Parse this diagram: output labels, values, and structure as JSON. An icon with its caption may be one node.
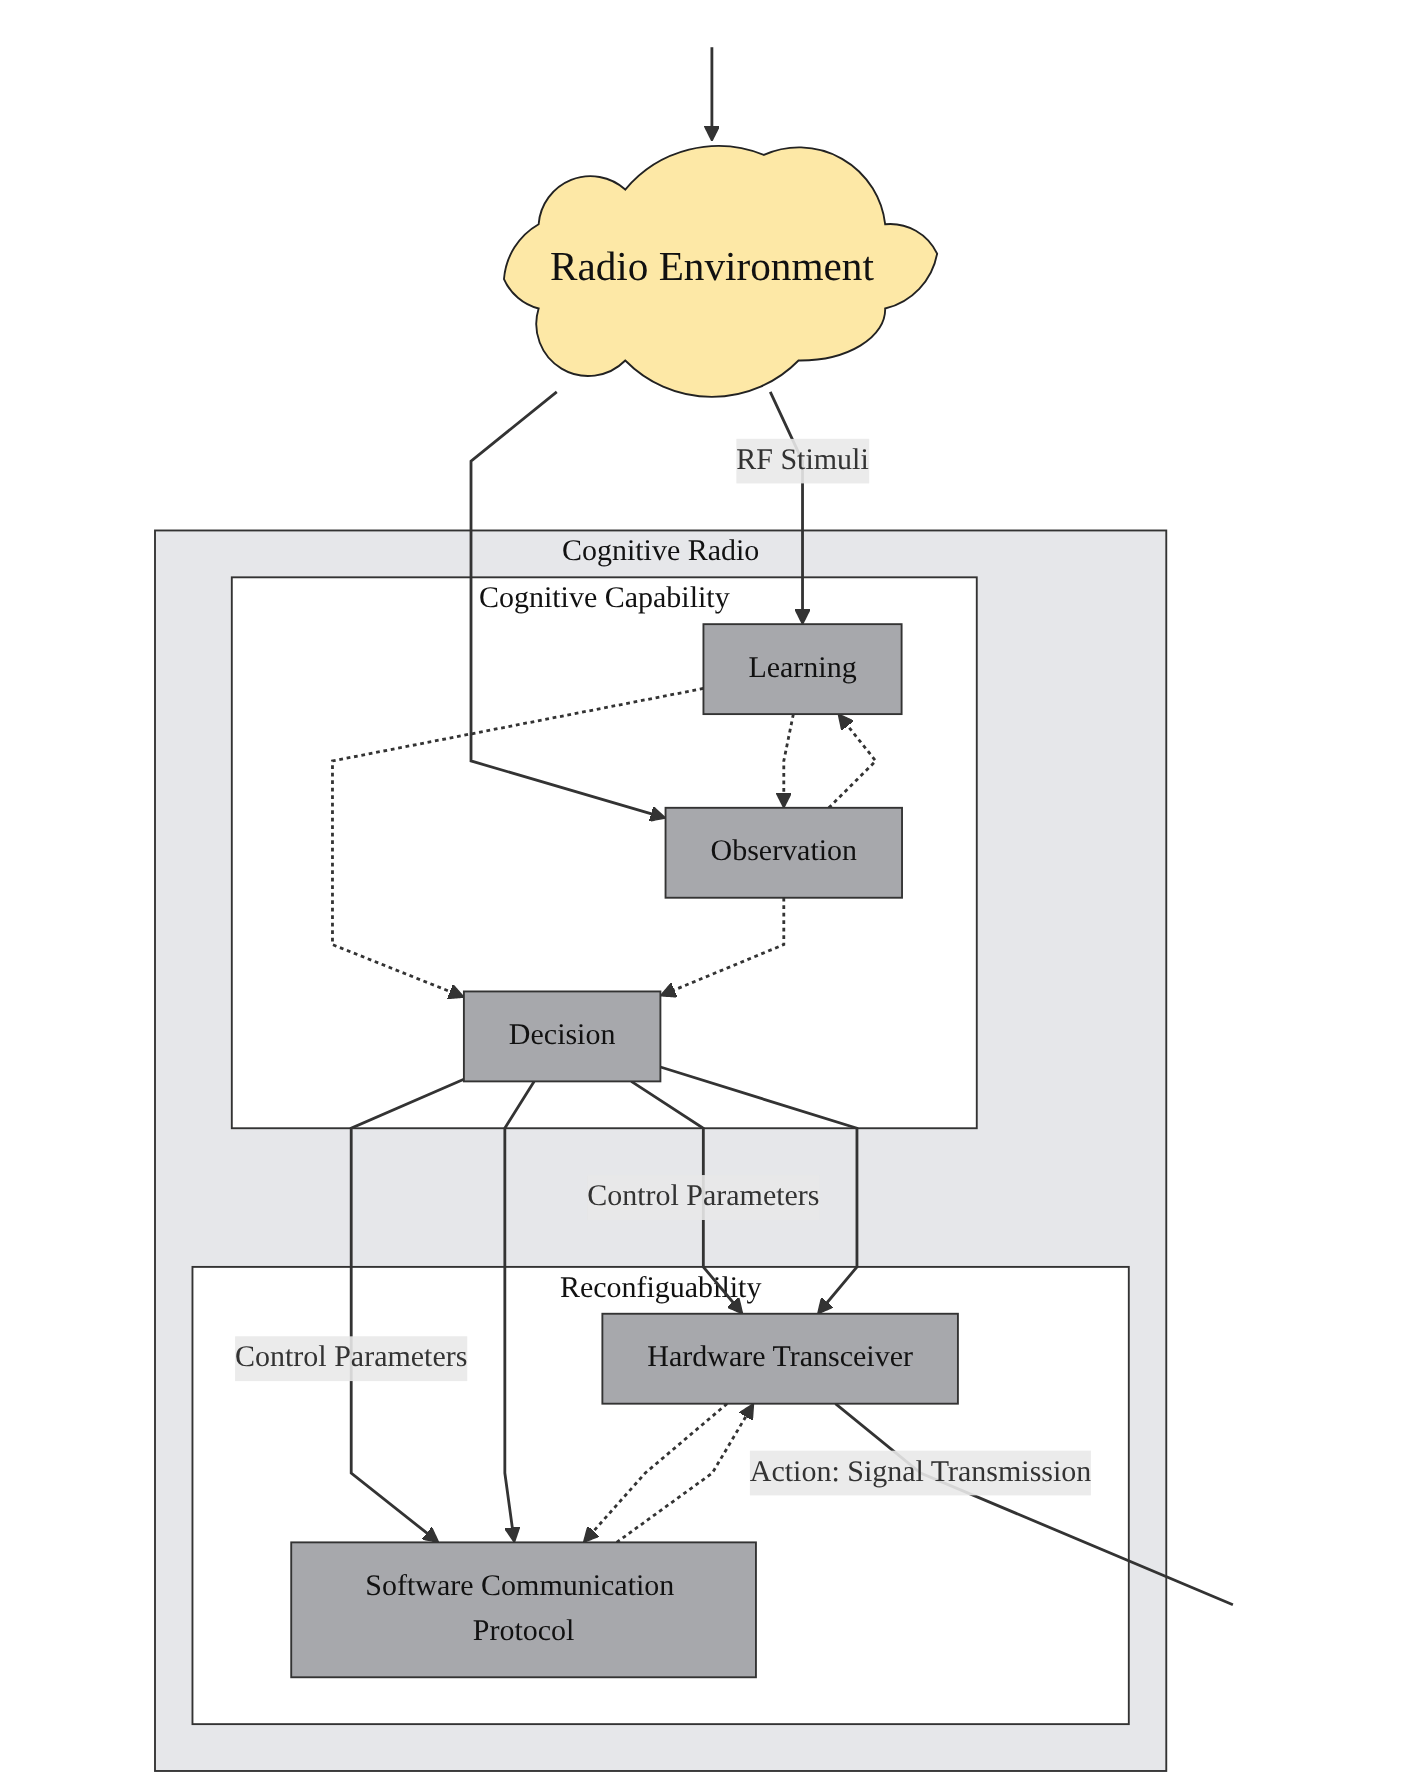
{
  "diagram": {
    "nodes": [
      {
        "text": [
          "Radio Environment"
        ]
      },
      {
        "text": [
          "Cognitive Radio"
        ]
      },
      {
        "text": [
          "Cognitive Capability"
        ],
        "in": 1
      },
      {
        "text": [
          "Learning"
        ],
        "in": 2
      },
      {
        "text": [
          "Observation"
        ],
        "in": 2
      },
      {
        "text": [
          "Decision"
        ],
        "in": 2
      },
      {
        "text": [
          "Reconfiguability"
        ],
        "in": 1
      },
      {
        "text": [
          "Hardware Transceiver"
        ],
        "in": 6
      },
      {
        "text": [
          "Software Communication Protocol"
        ],
        "in": 6
      }
    ],
    "edges": [
      {
        "from": null,
        "to": 0,
        "arrow": "to"
      },
      {
        "from": 0,
        "to": 3,
        "arrow": "to",
        "label": "RF Stimuli"
      },
      {
        "from": 0,
        "to": 4,
        "arrow": "to"
      },
      {
        "from": 3,
        "to": 4,
        "arrow": "to",
        "style": "dashed"
      },
      {
        "from": 4,
        "to": 3,
        "arrow": "to",
        "style": "dashed"
      },
      {
        "from": 3,
        "to": 5,
        "arrow": "to",
        "style": "dashed"
      },
      {
        "from": 4,
        "to": 5,
        "arrow": "to",
        "style": "dashed"
      },
      {
        "from": 5,
        "to": 7,
        "arrow": "to",
        "label": "Control Parameters"
      },
      {
        "from": 5,
        "to": 7,
        "arrow": "to"
      },
      {
        "from": 5,
        "to": 8,
        "arrow": "to",
        "label": "Control Parameters"
      },
      {
        "from": 5,
        "to": 8,
        "arrow": "to"
      },
      {
        "from": 7,
        "to": 8,
        "arrow": "to",
        "style": "dashed"
      },
      {
        "from": 8,
        "to": 7,
        "arrow": "to",
        "style": "dashed"
      },
      {
        "from": 7,
        "to": null,
        "arrow": "none",
        "label": "Action: Signal Transmission"
      }
    ]
  }
}
